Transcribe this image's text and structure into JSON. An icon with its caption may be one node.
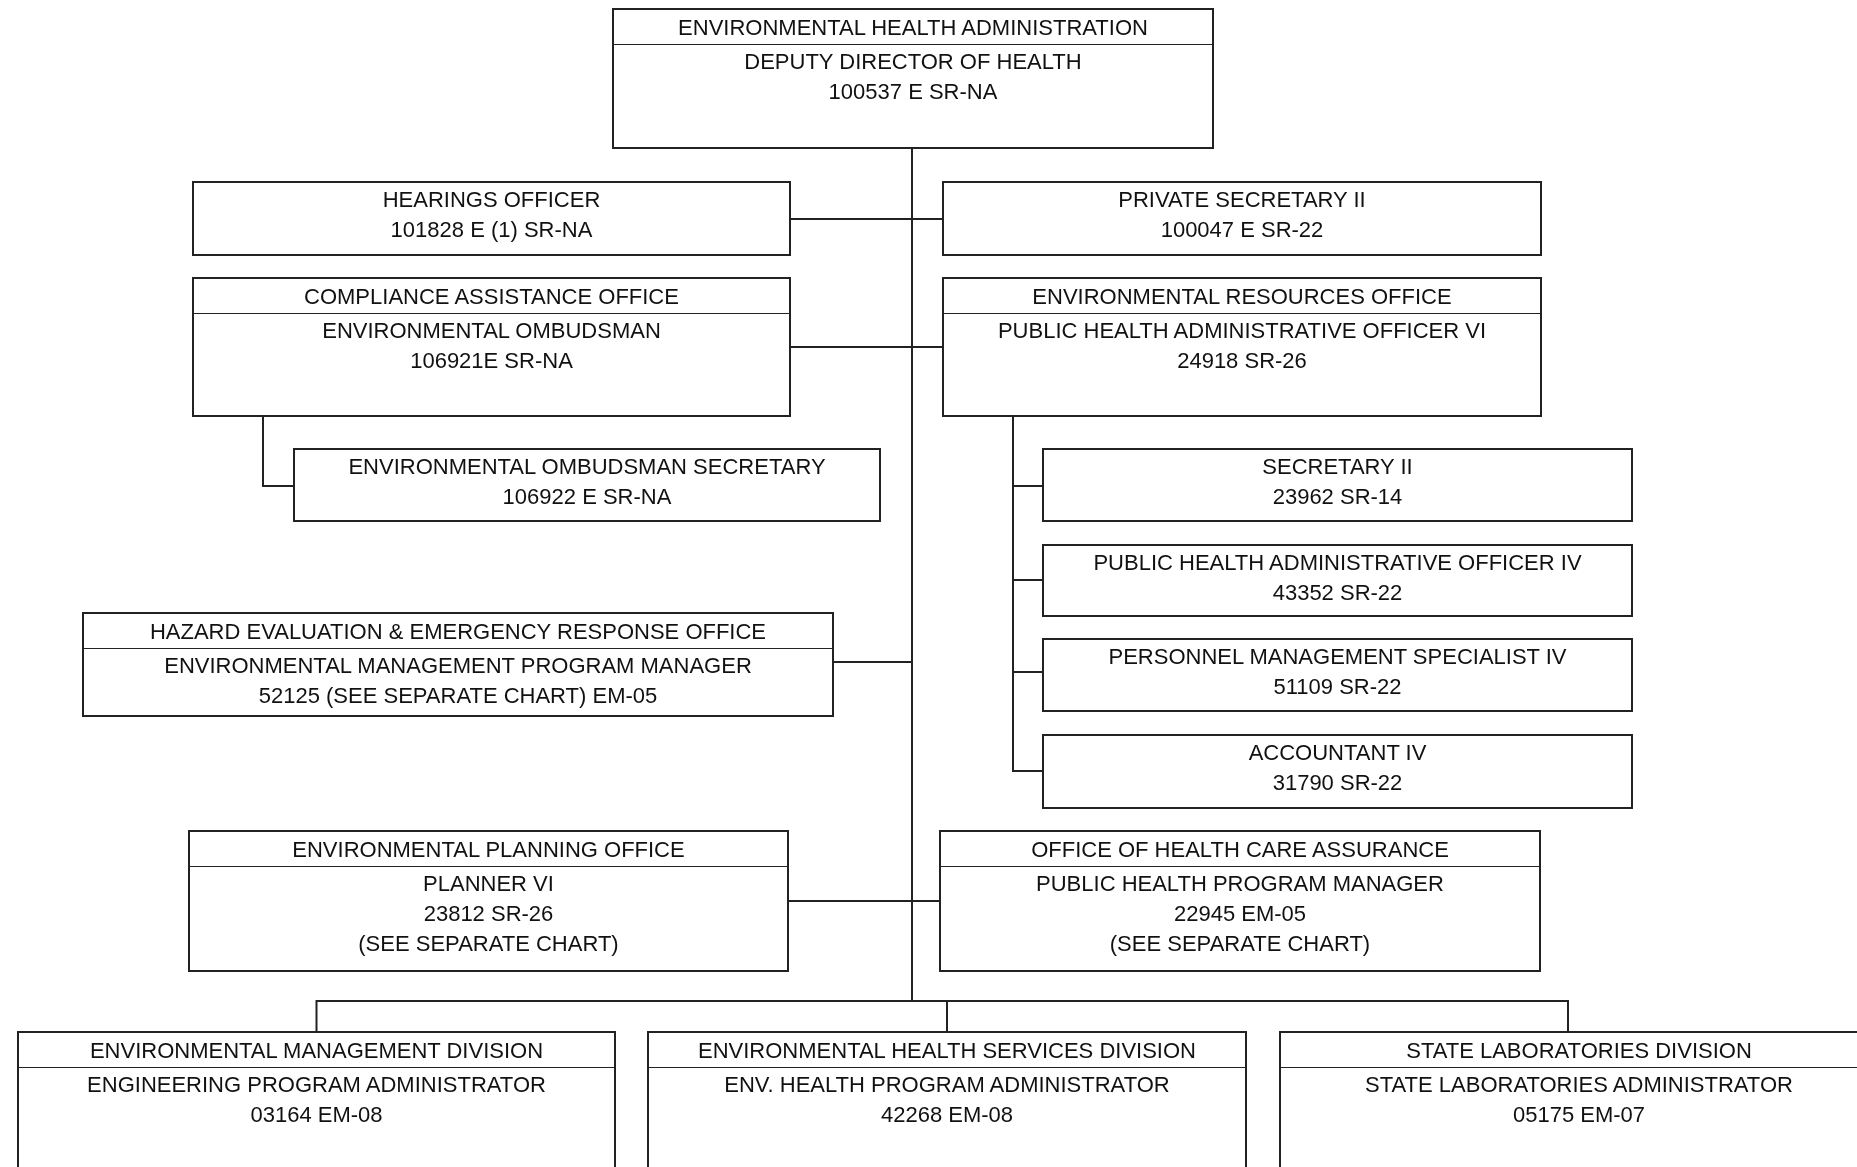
{
  "diagram": {
    "nodes": [
      {
        "text": [
          "ENVIRONMENTAL HEALTH ADMINISTRATION",
          "DEPUTY DIRECTOR OF HEALTH",
          "100537 E SR-NA"
        ]
      },
      {
        "text": [
          "HEARINGS OFFICER",
          "101828 E (1) SR-NA"
        ]
      },
      {
        "text": [
          "PRIVATE SECRETARY II",
          "100047 E SR-22"
        ]
      },
      {
        "text": [
          "COMPLIANCE ASSISTANCE OFFICE",
          "ENVIRONMENTAL OMBUDSMAN",
          "106921E SR-NA"
        ]
      },
      {
        "text": [
          "ENVIRONMENTAL RESOURCES OFFICE",
          "PUBLIC HEALTH ADMINISTRATIVE OFFICER VI",
          "24918 SR-26"
        ]
      },
      {
        "text": [
          "ENVIRONMENTAL OMBUDSMAN SECRETARY",
          "106922 E SR-NA"
        ]
      },
      {
        "text": [
          "SECRETARY II",
          "23962 SR-14"
        ]
      },
      {
        "text": [
          "HAZARD EVALUATION & EMERGENCY RESPONSE OFFICE",
          "ENVIRONMENTAL MANAGEMENT PROGRAM MANAGER",
          "52125 (SEE SEPARATE CHART) EM-05"
        ]
      },
      {
        "text": [
          "PUBLIC HEALTH ADMINISTRATIVE OFFICER IV",
          "43352 SR-22"
        ]
      },
      {
        "text": [
          "PERSONNEL MANAGEMENT SPECIALIST IV",
          "51109 SR-22"
        ]
      },
      {
        "text": [
          "ACCOUNTANT IV",
          "31790 SR-22"
        ]
      },
      {
        "text": [
          "ENVIRONMENTAL PLANNING OFFICE",
          "PLANNER VI",
          "23812 SR-26",
          "(SEE SEPARATE CHART)"
        ]
      },
      {
        "text": [
          "OFFICE OF HEALTH CARE ASSURANCE",
          "PUBLIC HEALTH PROGRAM MANAGER",
          "22945 EM-05",
          "(SEE SEPARATE CHART)"
        ]
      },
      {
        "text": [
          "ENVIRONMENTAL MANAGEMENT DIVISION",
          "ENGINEERING PROGRAM ADMINISTRATOR",
          "03164 EM-08"
        ]
      },
      {
        "text": [
          "ENVIRONMENTAL HEALTH SERVICES DIVISION",
          "ENV. HEALTH PROGRAM ADMINISTRATOR",
          "42268 EM-08"
        ]
      },
      {
        "text": [
          "STATE LABORATORIES DIVISION",
          "STATE LABORATORIES ADMINISTRATOR",
          "05175 EM-07"
        ]
      }
    ],
    "edges": [
      {
        "from": 0,
        "to": 1,
        "arrow": "none"
      },
      {
        "from": 0,
        "to": 2,
        "arrow": "none"
      },
      {
        "from": 0,
        "to": 3,
        "arrow": "none"
      },
      {
        "from": 0,
        "to": 4,
        "arrow": "none"
      },
      {
        "from": 3,
        "to": 5,
        "arrow": "none"
      },
      {
        "from": 4,
        "to": 6,
        "arrow": "none"
      },
      {
        "from": 0,
        "to": 7,
        "arrow": "none"
      },
      {
        "from": 4,
        "to": 8,
        "arrow": "none"
      },
      {
        "from": 4,
        "to": 9,
        "arrow": "none"
      },
      {
        "from": 4,
        "to": 10,
        "arrow": "none"
      },
      {
        "from": 0,
        "to": 11,
        "arrow": "none"
      },
      {
        "from": 0,
        "to": 12,
        "arrow": "none"
      },
      {
        "from": 0,
        "to": 13,
        "arrow": "none"
      },
      {
        "from": 0,
        "to": 14,
        "arrow": "none"
      },
      {
        "from": 0,
        "to": 15,
        "arrow": "none"
      }
    ]
  }
}
